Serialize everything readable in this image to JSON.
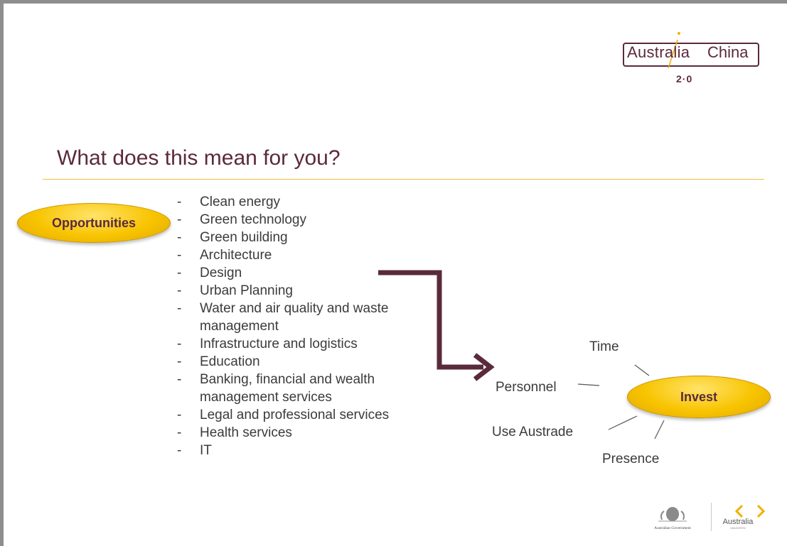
{
  "logo": {
    "left_word": "Australia",
    "right_word": "China",
    "version": "2·0"
  },
  "slide": {
    "title": "What does this mean for you?"
  },
  "opportunities": {
    "label": "Opportunities",
    "items": [
      "Clean energy",
      "Green technology",
      "Green building",
      "Architecture",
      "Design",
      "Urban Planning",
      "Water and air quality and waste management",
      "Infrastructure and logistics",
      "Education",
      "Banking, financial and wealth management services",
      "Legal and professional services",
      "Health services",
      "IT"
    ]
  },
  "invest": {
    "label": "Invest",
    "factors": {
      "time": "Time",
      "personnel": "Personnel",
      "use_austrade": "Use Austrade",
      "presence": "Presence"
    }
  },
  "footer": {
    "gov_label": "Australian Government",
    "brand_label": "Australia",
    "brand_sub": "UNLIMITED"
  },
  "colors": {
    "brand_purple": "#5a2a3c",
    "accent_gold": "#f8c400",
    "rule_gold": "#f2c040",
    "text_gray": "#3b3b3b"
  }
}
